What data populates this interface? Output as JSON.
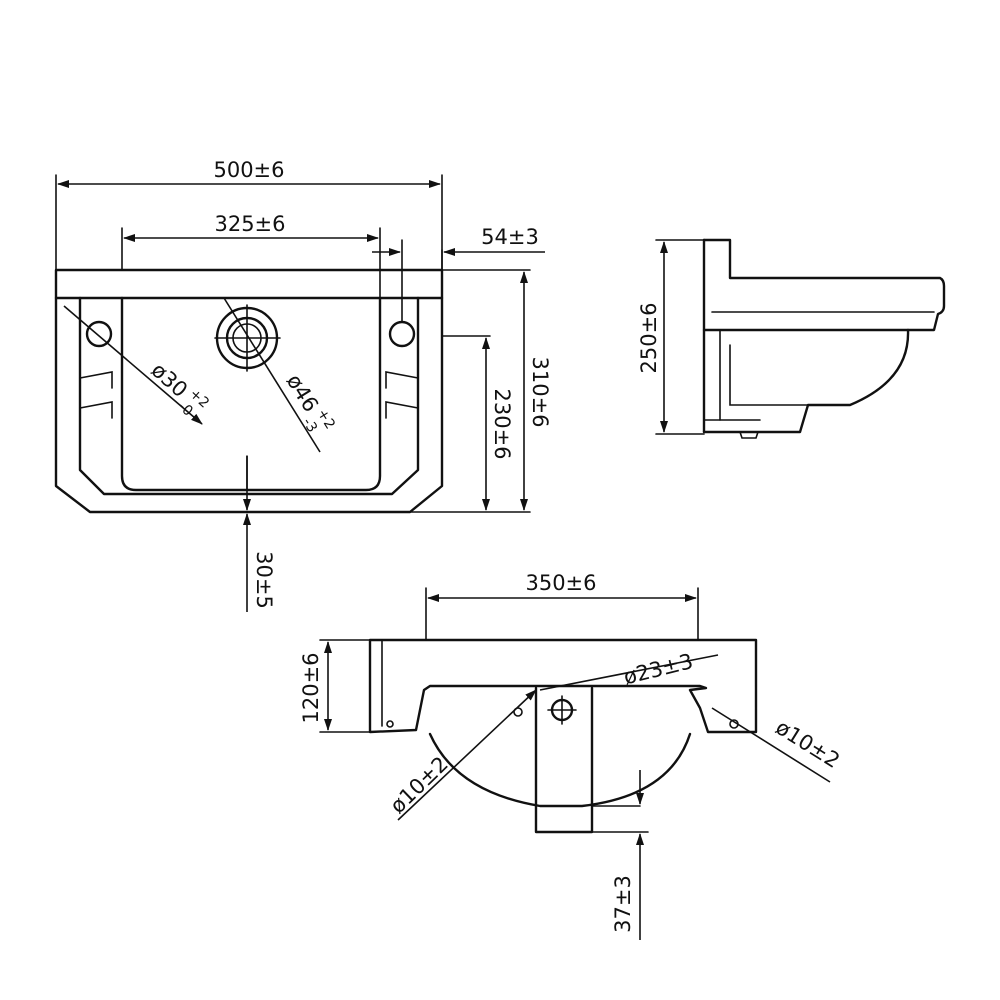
{
  "colors": {
    "line": "#111111",
    "background": "#ffffff"
  },
  "front_view": {
    "overall_width": "500±6",
    "bowl_width": "325±6",
    "tap_offset": "54±3",
    "tap_hole_dia": "ø30",
    "tap_hole_tol_upper": "+2",
    "tap_hole_tol_lower": "-0",
    "waste_hole_dia": "ø46",
    "waste_hole_tol_upper": "+2",
    "waste_hole_tol_lower": "-3",
    "inner_height": "230±6",
    "overall_height": "310±6",
    "bottom_offset": "30±5"
  },
  "side_view": {
    "height": "250±6"
  },
  "rear_view": {
    "bracket_spacing": "350±6",
    "back_height": "120±6",
    "waste_hole_dia": "ø23±3",
    "fixing_hole_left": "ø10±2",
    "fixing_hole_right": "ø10±2",
    "foot_height": "37±3"
  }
}
